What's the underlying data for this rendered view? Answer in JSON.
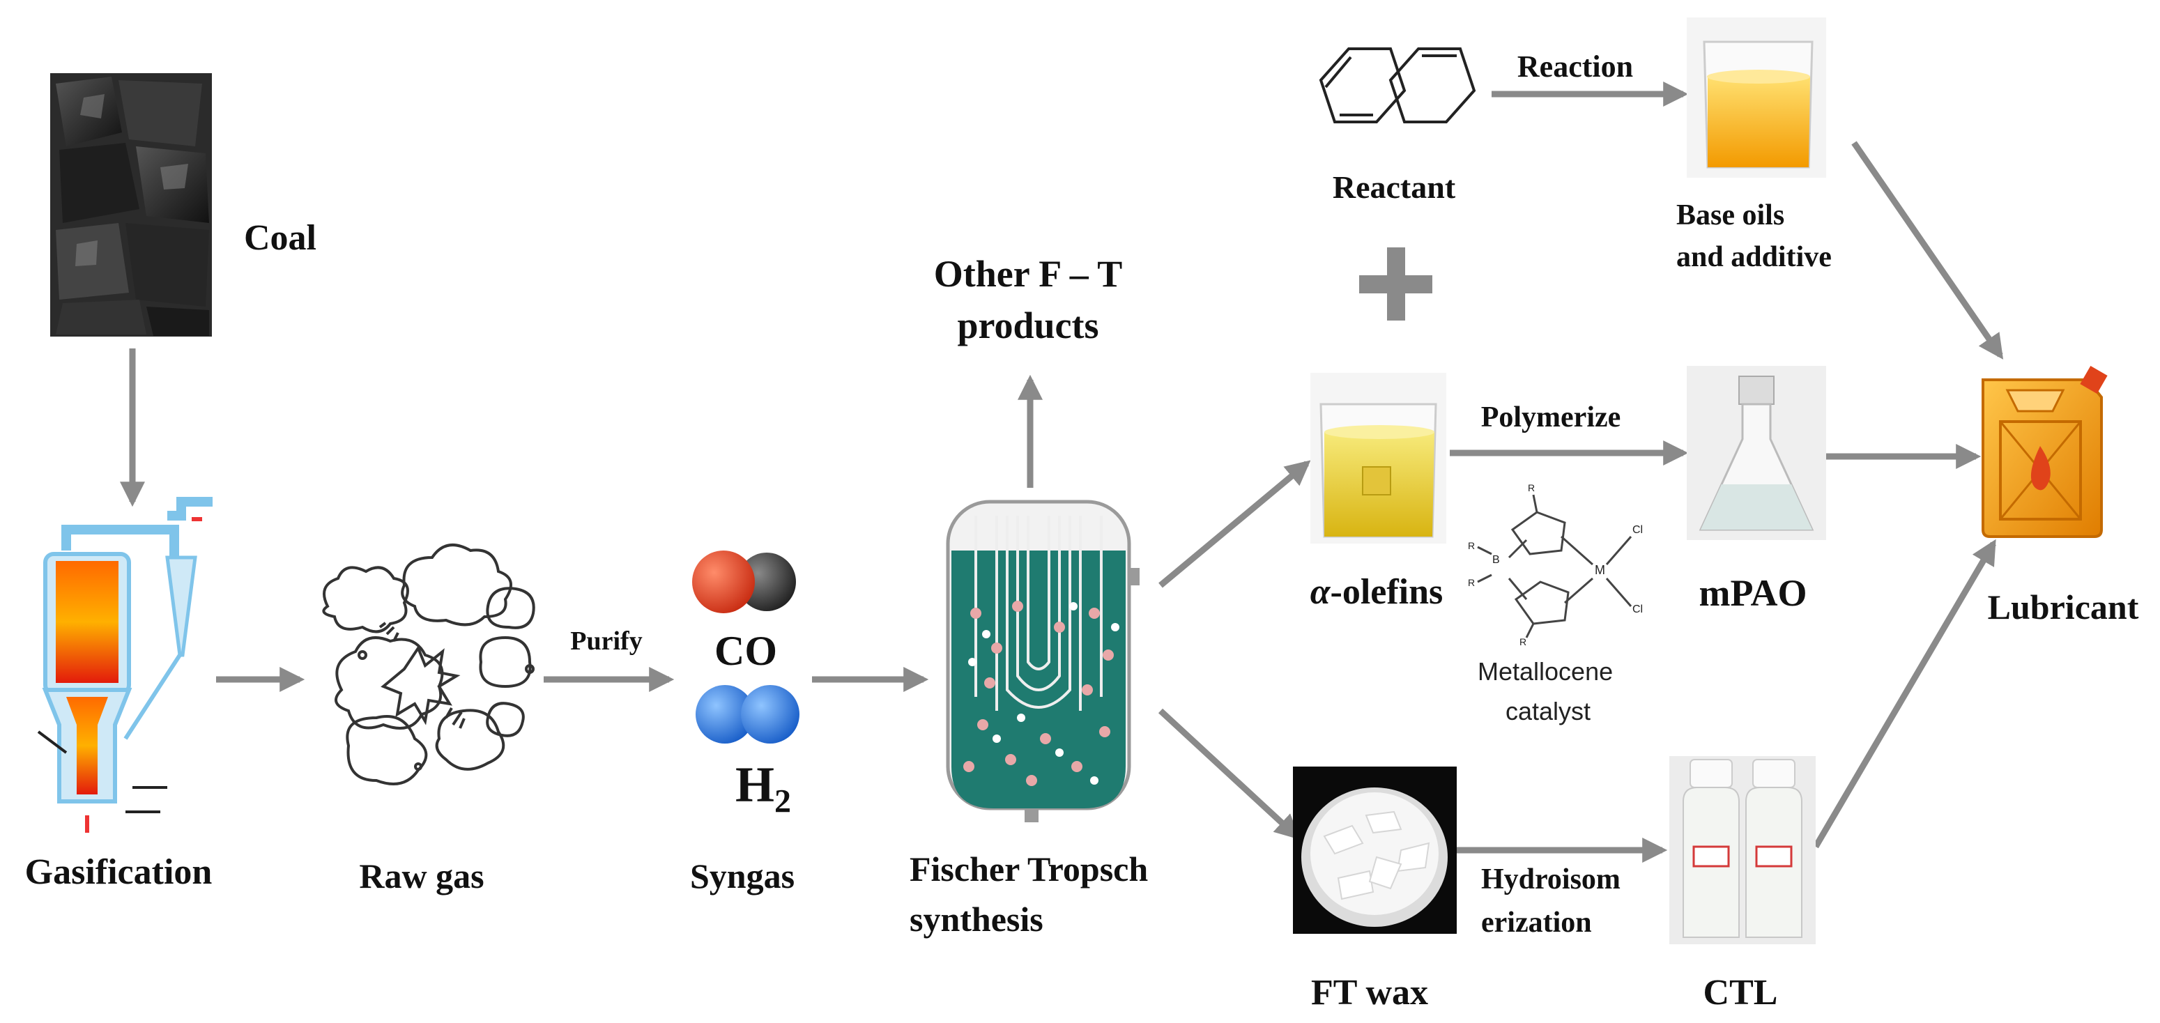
{
  "labels": {
    "coal": "Coal",
    "gasification": "Gasification",
    "raw_gas": "Raw gas",
    "purify": "Purify",
    "co": "CO",
    "h2": "H",
    "h2_sub": "2",
    "syngas": "Syngas",
    "ft_synthesis_1": "Fischer Tropsch",
    "ft_synthesis_2": "synthesis",
    "other_ft_1": "Other F – T",
    "other_ft_2": "products",
    "reactant": "Reactant",
    "reaction": "Reaction",
    "base_oils_1": "Base oils",
    "base_oils_2": "and additive",
    "alpha_olefins_prefix": "α",
    "alpha_olefins": "-olefins",
    "polymerize": "Polymerize",
    "mpao": "mPAO",
    "metallocene_1": "Metallocene",
    "metallocene_2": "catalyst",
    "catalyst_atom_r": "R",
    "catalyst_atom_b": "B",
    "catalyst_atom_m": "M",
    "catalyst_atom_cl": "Cl",
    "ft_wax": "FT wax",
    "hydroisom_1": "Hydroisom",
    "hydroisom_2": "erization",
    "ctl": "CTL",
    "lubricant": "Lubricant"
  },
  "colors": {
    "arrow": "#8a8a8a",
    "plus": "#8a8a8a",
    "co_carbon": "#e5472b",
    "co_oxygen": "#444444",
    "h2": "#2f7fe0",
    "reactor_liquid": "#1f7b70",
    "flame": "#f08a1a",
    "oil_gold": "#f4b400",
    "olefin_yellow": "#f0d23a",
    "jerrycan": "#f5a623"
  }
}
